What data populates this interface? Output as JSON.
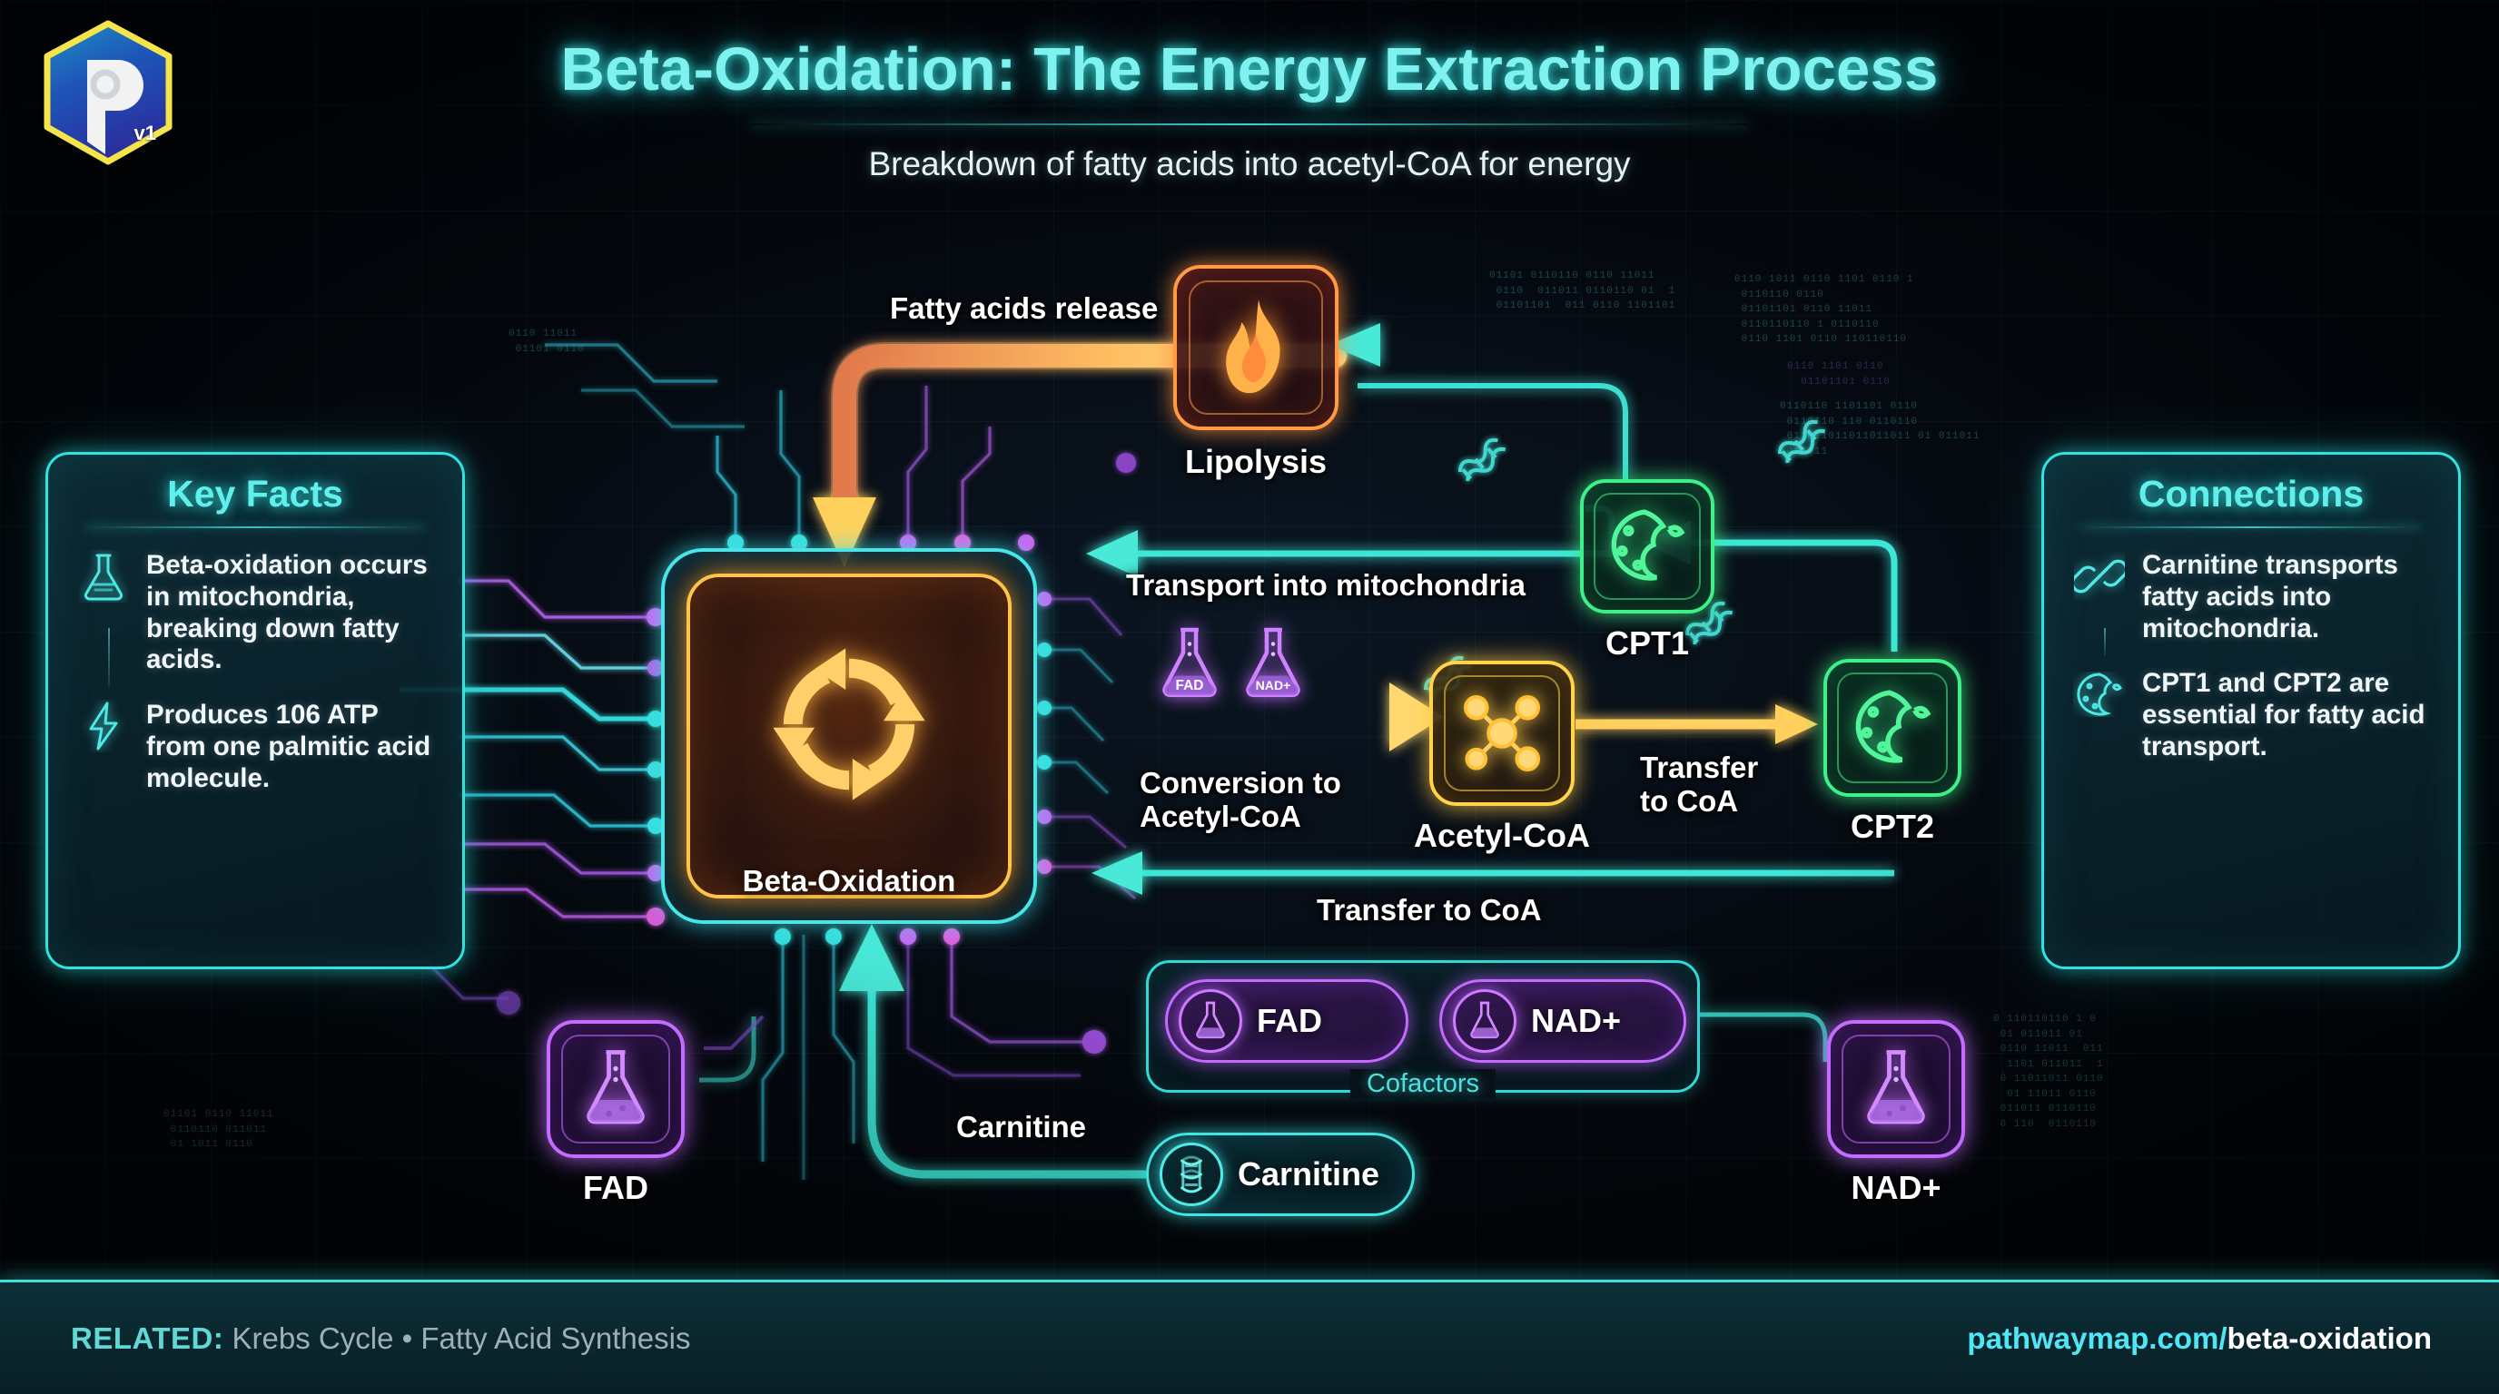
{
  "header": {
    "title": "Beta-Oxidation: The Energy Extraction Process",
    "subtitle": "Breakdown of fatty acids into acetyl-CoA for energy",
    "logo_version": "v1"
  },
  "panels": {
    "left": {
      "title": "Key Facts",
      "facts": [
        {
          "icon": "flask-icon",
          "text": "Beta-oxidation occurs in mitochondria, breaking down fatty acids."
        },
        {
          "icon": "lightning-bolt-icon",
          "text": "Produces 106 ATP from one palmitic acid molecule."
        }
      ]
    },
    "right": {
      "title": "Connections",
      "facts": [
        {
          "icon": "link-icon",
          "text": "Carnitine transports fatty acids into mitochondria."
        },
        {
          "icon": "mitochondria-icon",
          "text": "CPT1 and CPT2 are essential for fatty acid transport."
        }
      ]
    }
  },
  "nodes": {
    "beta_oxidation": {
      "label": "Beta-Oxidation",
      "icon": "cycle-arrows-icon",
      "color": "#ffc24a"
    },
    "lipolysis": {
      "label": "Lipolysis",
      "icon": "flame-icon",
      "color": "#ff9a45"
    },
    "cpt1": {
      "label": "CPT1",
      "icon": "mitochondria-icon",
      "color": "#3ef08a"
    },
    "cpt2": {
      "label": "CPT2",
      "icon": "mitochondria-icon",
      "color": "#3ef08a"
    },
    "acetyl_coa": {
      "label": "Acetyl-CoA",
      "icon": "molecule-icon",
      "color": "#ffd34a"
    },
    "fad": {
      "label": "FAD",
      "icon": "flask-icon",
      "color": "#c56bff"
    },
    "nadplus": {
      "label": "NAD+",
      "icon": "flask-icon",
      "color": "#c56bff"
    },
    "carnitine": {
      "label": "Carnitine",
      "icon": "dna-helix-icon",
      "color": "#3fe6e3"
    }
  },
  "cofactor_group": {
    "title": "Cofactors",
    "items": [
      {
        "label": "FAD",
        "icon": "flask-icon"
      },
      {
        "label": "NAD+",
        "icon": "flask-icon"
      }
    ]
  },
  "inline_badges": [
    {
      "label": "FAD",
      "icon": "flask-icon"
    },
    {
      "label": "NAD+",
      "icon": "flask-icon"
    }
  ],
  "edge_labels": {
    "fatty_acids_release": "Fatty acids release",
    "transport_into_mitochondria": "Transport into mitochondria",
    "conversion_to_acetyl_coa": "Conversion to\nAcetyl-CoA",
    "transfer_to_coa_right": "Transfer\nto CoA",
    "transfer_to_coa_bottom": "Transfer to CoA",
    "carnitine": "Carnitine"
  },
  "footer": {
    "related_keyword": "RELATED:",
    "related_items": "Krebs Cycle • Fatty Acid Synthesis",
    "url_domain": "pathwaymap.com/",
    "url_slug": "beta-oxidation"
  },
  "colors": {
    "accent_cyan": "#47e6ea",
    "accent_orange": "#ffc24a",
    "accent_green": "#3ef08a",
    "accent_purple": "#c56bff",
    "background": "#05090f"
  }
}
